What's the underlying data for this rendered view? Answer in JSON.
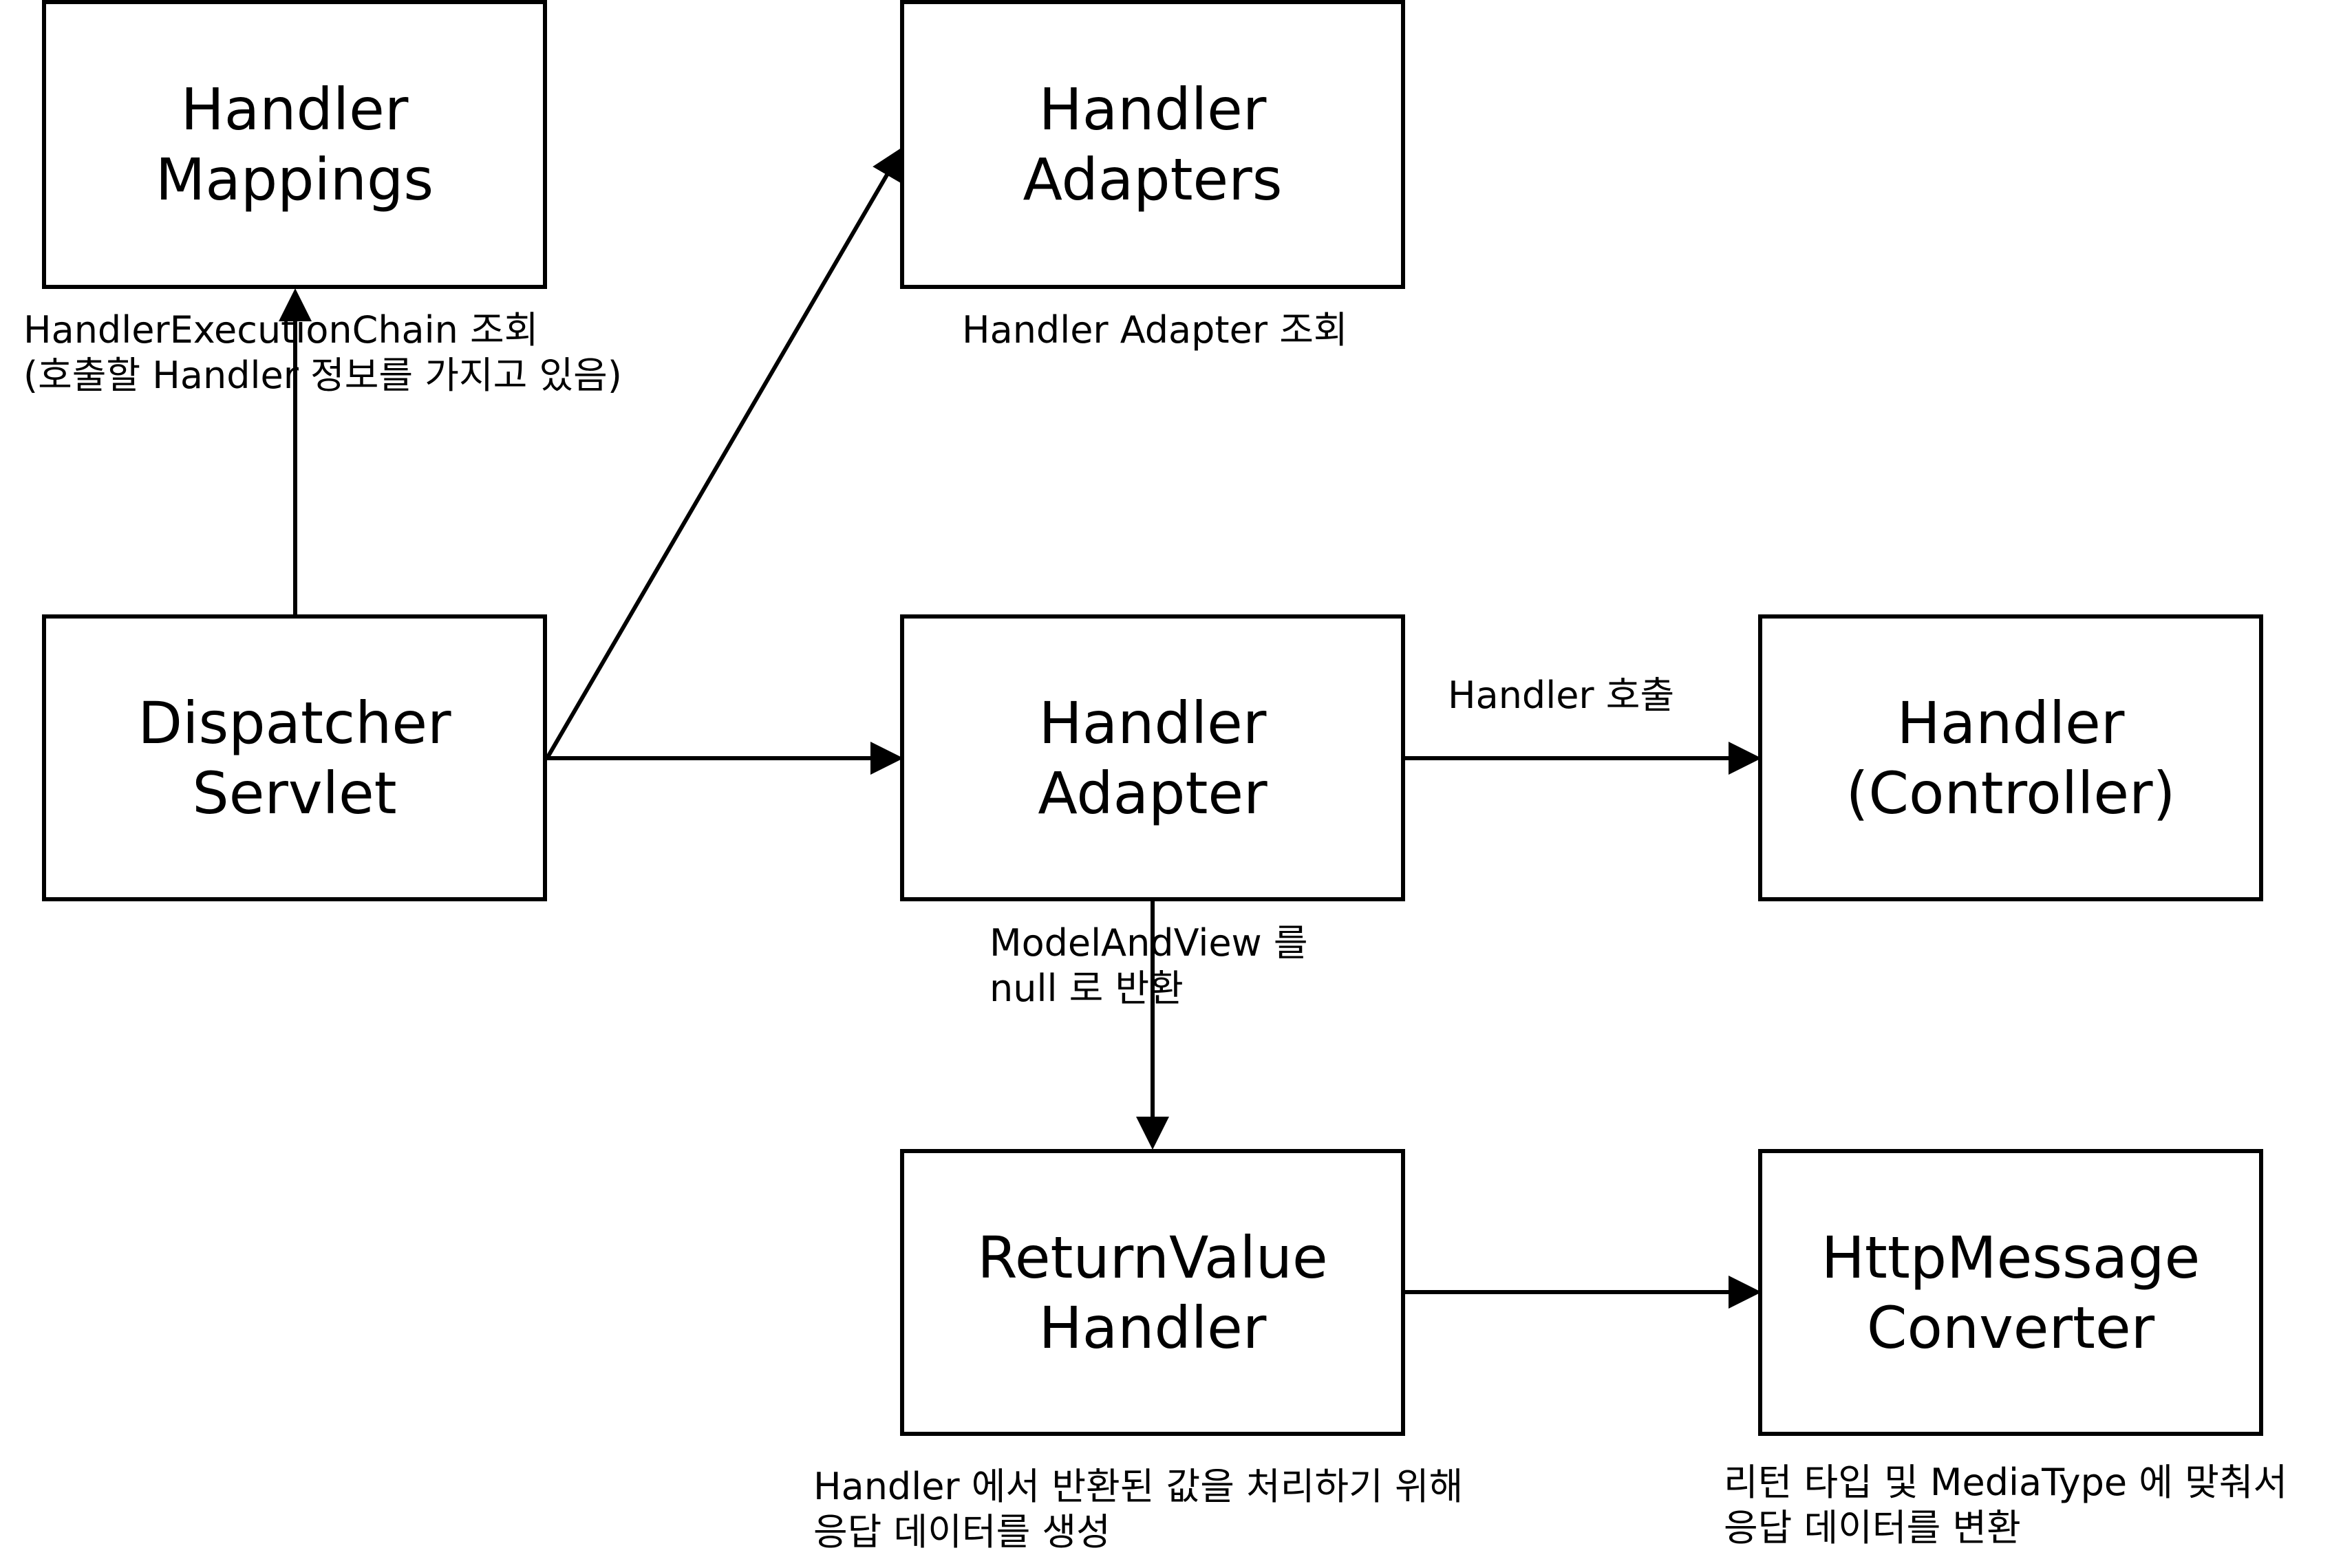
{
  "boxes": {
    "handler_mappings": [
      "Handler",
      "Mappings"
    ],
    "handler_adapters": [
      "Handler",
      "Adapters"
    ],
    "dispatcher_servlet": [
      "Dispatcher",
      "Servlet"
    ],
    "handler_adapter": [
      "Handler",
      "Adapter"
    ],
    "handler_controller": [
      "Handler",
      "(Controller)"
    ],
    "return_value_handler": [
      "ReturnValue",
      "Handler"
    ],
    "http_message_converter": [
      "HttpMessage",
      "Converter"
    ]
  },
  "notes": {
    "execution_chain": [
      "HandlerExecutionChain 조회",
      "(호출할 Handler 정보를 가지고 있음)"
    ],
    "adapter_lookup": [
      "Handler Adapter 조회"
    ],
    "handler_call": [
      "Handler 호출"
    ],
    "model_and_view": [
      "ModelAndView 를",
      "null 로 반환"
    ],
    "return_value": [
      "Handler 에서 반환된 값을 처리하기 위해",
      "응답 데이터를 생성"
    ],
    "converter": [
      "리턴 타입 및 MediaType 에 맞춰서",
      "응답 데이터를 변환"
    ]
  },
  "colors": {
    "line": "#000000",
    "background": "#ffffff"
  }
}
